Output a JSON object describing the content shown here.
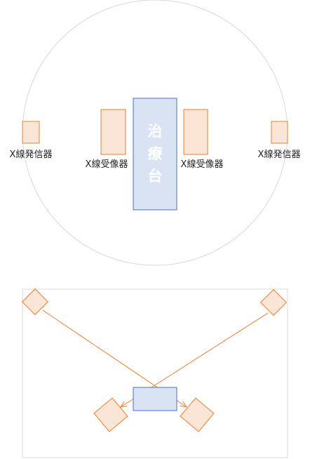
{
  "colors": {
    "device_fill": "#fbe5d6",
    "device_stroke": "#ed7d31",
    "table_fill": "#dae3f3",
    "table_stroke": "#4472c4",
    "outline": "#d9d9d9",
    "beam": "#ed7d31"
  },
  "top_view": {
    "table_label": [
      "治",
      "療",
      "台"
    ],
    "emitter_left_label": "X線発信器",
    "receiver_left_label": "X線受像器",
    "receiver_right_label": "X線受像器",
    "emitter_right_label": "X線発信器"
  }
}
